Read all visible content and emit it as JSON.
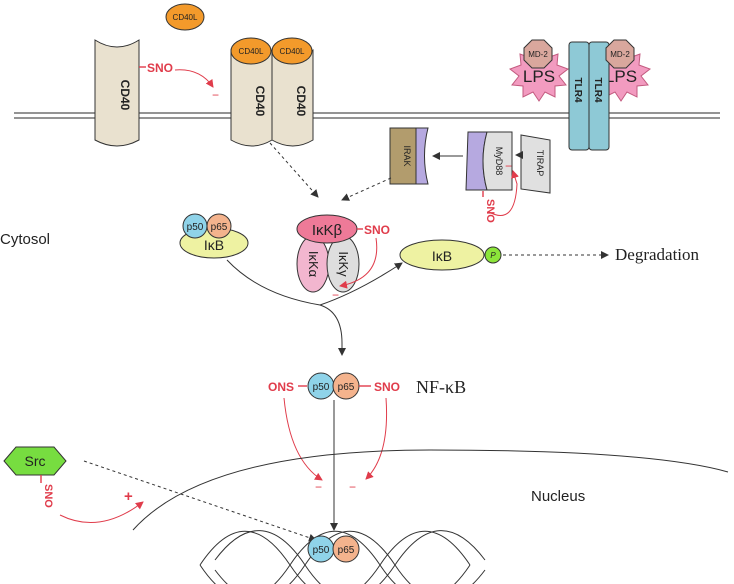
{
  "labels": {
    "cd40l_free": "CD40L",
    "cd40l_bound_1": "CD40L",
    "cd40l_bound_2": "CD40L",
    "cd40_receptor_1": "CD40",
    "cd40_receptor_2": "CD40",
    "cd40_receptor_3": "CD40",
    "sno": "SNO",
    "ons": "ONS",
    "md2": "MD-2",
    "lps": "LPS",
    "tlr4": "TLR4",
    "tirap": "TIRAP",
    "myd88": "MyD88",
    "irak": "IRAK",
    "cytosol": "Cytosol",
    "p50": "p50",
    "p65": "p65",
    "ikb": "IκB",
    "ikk_beta": "IκKβ",
    "ikk_alpha": "IκKα",
    "ikk_gamma": "IκKγ",
    "phospho": "P",
    "degradation": "Degradation",
    "nfkb": "NF-κB",
    "src": "Src",
    "nucleus": "Nucleus",
    "minus": "−",
    "plus": "+"
  },
  "colors": {
    "sno_red": "#e03c4b",
    "cd40_body": "#e9e1cf",
    "cd40l": "#f39a2b",
    "lps": "#f29bc0",
    "md2": "#d9a79d",
    "tlr4": "#8ec9d6",
    "myd88_body": "#e0e0e0",
    "myd88_accent": "#b6a9e0",
    "irak_body": "#b29c6d",
    "tirap": "#e0e0e0",
    "p50": "#8fd3e9",
    "p65": "#f4b38d",
    "ikb": "#eef2a2",
    "ikk_beta": "#ee7a98",
    "ikk_alpha": "#f2b6cf",
    "ikk_gamma": "#dedede",
    "phospho": "#8ce53a",
    "src": "#77dd40"
  }
}
